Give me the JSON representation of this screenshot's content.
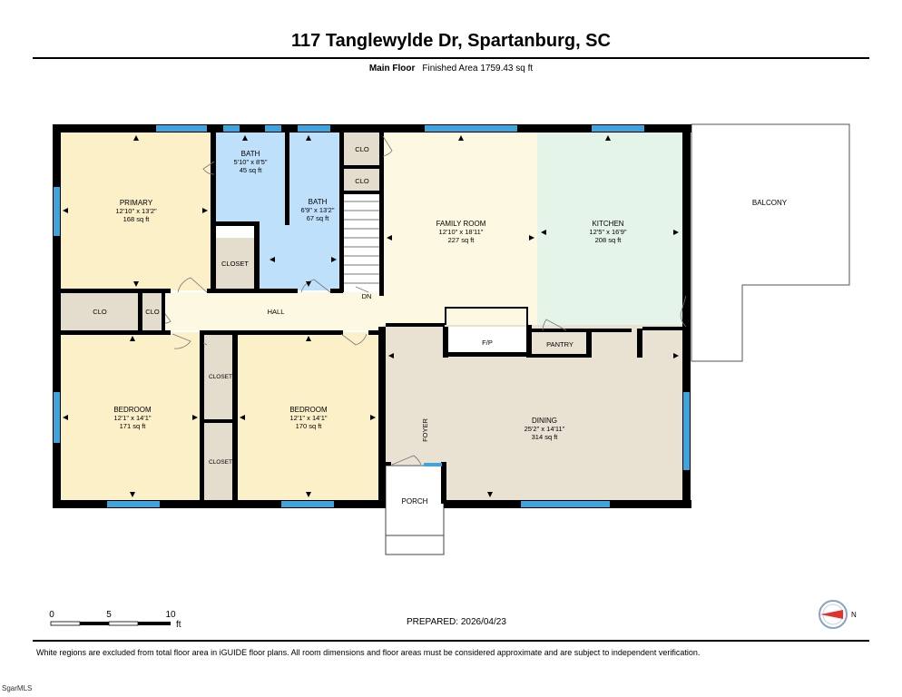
{
  "header": {
    "title": "117 Tanglewylde Dr, Spartanburg, SC",
    "floor": "Main Floor",
    "finished_area": "Finished Area 1759.43 sq ft"
  },
  "rooms": {
    "primary": {
      "name": "PRIMARY",
      "dims": "12'10\" x 13'2\"",
      "area": "168 sq ft"
    },
    "bath1": {
      "name": "BATH",
      "dims": "5'10\" x 8'5\"",
      "area": "45 sq ft"
    },
    "bath2": {
      "name": "BATH",
      "dims": "6'9\" x 13'2\"",
      "area": "67 sq ft"
    },
    "family": {
      "name": "FAMILY ROOM",
      "dims": "12'10\" x 18'11\"",
      "area": "227 sq ft"
    },
    "kitchen": {
      "name": "KITCHEN",
      "dims": "12'5\" x 16'9\"",
      "area": "208 sq ft"
    },
    "bedroom1": {
      "name": "BEDROOM",
      "dims": "12'1\" x 14'1\"",
      "area": "171 sq ft"
    },
    "bedroom2": {
      "name": "BEDROOM",
      "dims": "12'1\" x 14'1\"",
      "area": "170 sq ft"
    },
    "dining": {
      "name": "DINING",
      "dims": "25'2\" x 14'11\"",
      "area": "314 sq ft"
    }
  },
  "labels": {
    "clo": "CLO",
    "closet": "CLOSET",
    "hall": "HALL",
    "dn": "DN",
    "fp": "F/P",
    "pantry": "PANTRY",
    "foyer": "FOYER",
    "porch": "PORCH",
    "balcony": "BALCONY"
  },
  "scale": {
    "t0": "0",
    "t5": "5",
    "t10": "10",
    "unit": "ft"
  },
  "compass": {
    "north": "N"
  },
  "prepared": "PREPARED: 2026/04/23",
  "disclaimer": "White regions are excluded from total floor area in iGUIDE floor plans. All room dimensions and floor areas must be considered approximate and are subject to independent verification.",
  "mls": "SgarMLS",
  "colors": {
    "bedroom": "#fbf0c8",
    "bath": "#bfe0fb",
    "family": "#fdf8e2",
    "kitchen": "#e5f4e8",
    "dining": "#e9e2d3",
    "closet": "#e4dccd",
    "window": "#3fa3df",
    "wall": "#000000"
  }
}
